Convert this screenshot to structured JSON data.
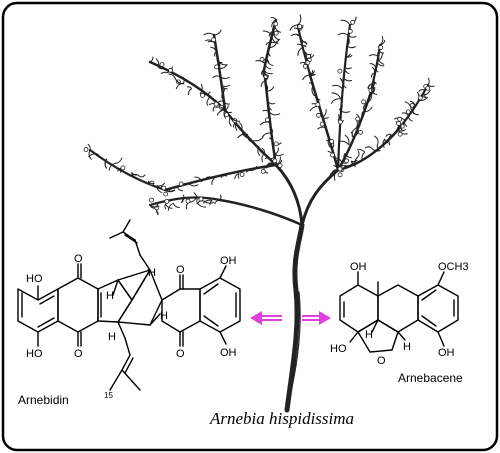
{
  "caption": "Arnebia hispidissima",
  "compounds": {
    "left": {
      "name": "Arnebidin",
      "labels": {
        "oh_tl": "HO",
        "oh_bl": "HO",
        "oh_tr": "OH",
        "oh_br": "OH",
        "o1": "O",
        "o2": "O",
        "o3": "O",
        "o4": "O",
        "h1": "H",
        "h2": "H",
        "h3": "H",
        "h4": "H",
        "num15": "15"
      }
    },
    "right": {
      "name": "Arnebacene",
      "labels": {
        "oh_top": "OH",
        "och3": "OCH3",
        "ho": "HO",
        "oh_bot": "OH",
        "o": "O",
        "h1": "H",
        "h2": "H"
      }
    }
  },
  "colors": {
    "border": "#000000",
    "arrow": "#e040e0",
    "plant": "#222222"
  }
}
